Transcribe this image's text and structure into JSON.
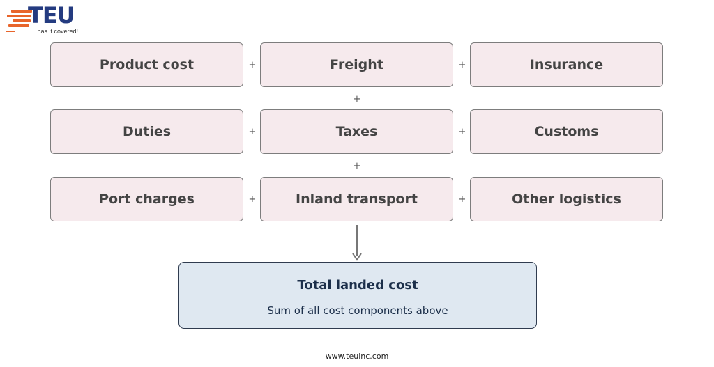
{
  "logo": {
    "word": "TEU",
    "tagline": "has it covered!",
    "colors": {
      "brand_blue": "#243b80",
      "brand_orange": "#e8652b"
    }
  },
  "components": {
    "row1": [
      "Product cost",
      "Freight",
      "Insurance"
    ],
    "row2": [
      "Duties",
      "Taxes",
      "Customs"
    ],
    "row3": [
      "Port charges",
      "Inland transport",
      "Other logistics"
    ]
  },
  "operator": "+",
  "result": {
    "title": "Total landed cost",
    "subtitle": "Sum of all cost components above"
  },
  "footer": {
    "url": "www.teuinc.com"
  },
  "colors": {
    "component_fill": "#f6eaed",
    "result_fill": "#dfe8f1",
    "result_text": "#1c2f4a"
  }
}
